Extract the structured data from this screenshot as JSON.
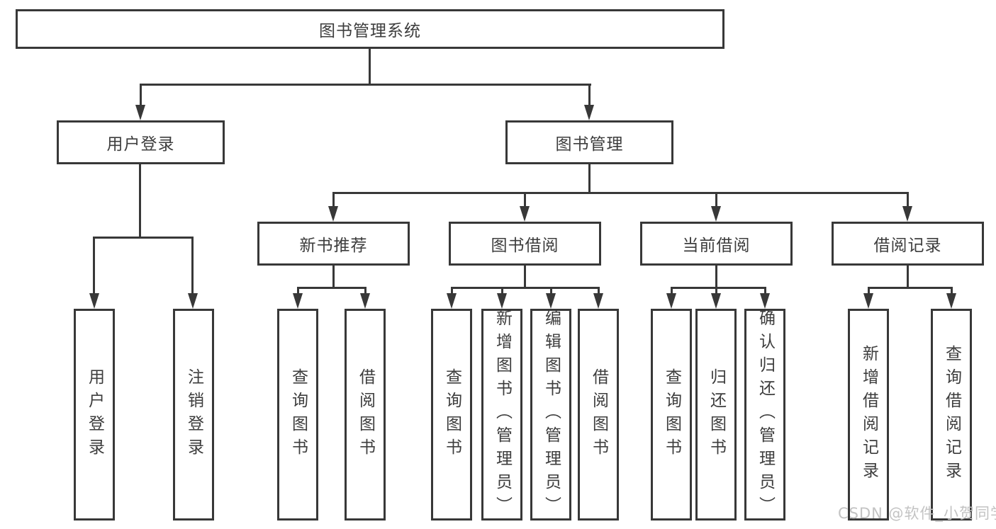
{
  "diagram_title": "图书管理系统",
  "tree": {
    "root": {
      "label": "图书管理系统",
      "children": [
        {
          "label": "用户登录",
          "children": [
            {
              "label": "用户登录"
            },
            {
              "label": "注销登录"
            }
          ]
        },
        {
          "label": "图书管理",
          "children": [
            {
              "label": "新书推荐",
              "children": [
                {
                  "label": "查询图书"
                },
                {
                  "label": "借阅图书"
                }
              ]
            },
            {
              "label": "图书借阅",
              "children": [
                {
                  "label": "查询图书"
                },
                {
                  "label": "新增图书（管理员）"
                },
                {
                  "label": "编辑图书（管理员）"
                },
                {
                  "label": "借阅图书"
                }
              ]
            },
            {
              "label": "当前借阅",
              "children": [
                {
                  "label": "查询图书"
                },
                {
                  "label": "归还图书"
                },
                {
                  "label": "确认归还（管理员）"
                }
              ]
            },
            {
              "label": "借阅记录",
              "children": [
                {
                  "label": "新增借阅记录"
                },
                {
                  "label": "查询借阅记录"
                }
              ]
            }
          ]
        }
      ]
    }
  },
  "watermark": {
    "text": "CSDN @软件_小贺同学",
    "color": "#c3c3c3"
  },
  "colors": {
    "background": "#ffffff",
    "box_fill": "#ffffff",
    "box_border": "#383838",
    "line": "#383838",
    "text": "#3d3d3d",
    "watermark": "#c3c3c3"
  }
}
